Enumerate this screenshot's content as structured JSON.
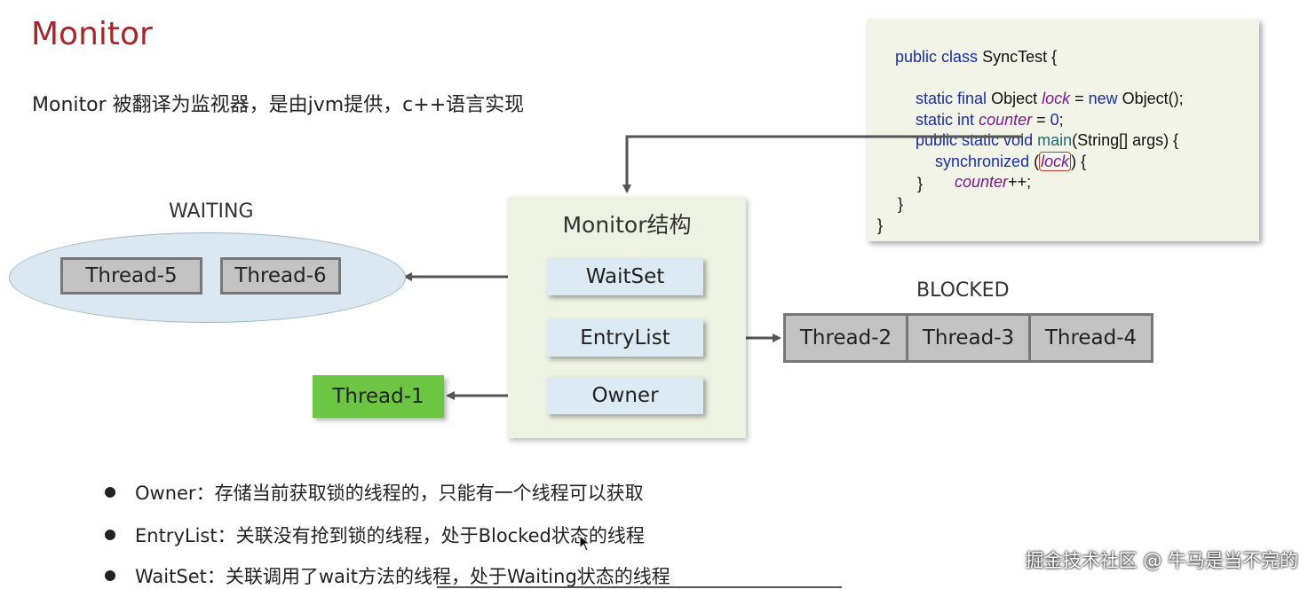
{
  "title": "Monitor",
  "subtitle": "Monitor 被翻译为监视器，是由jvm提供，c++语言实现",
  "code": {
    "line1": {
      "a": "public class",
      "b": " SyncTest {"
    },
    "line2": {
      "a": "static final",
      "b": " Object ",
      "c": "lock",
      "d": " = ",
      "e": "new",
      "f": " Object();"
    },
    "line3": {
      "a": "static int",
      "b": " ",
      "c": "counter",
      "d": " = ",
      "e": "0",
      "f": ";"
    },
    "line4": {
      "a": "public static void",
      "b": " ",
      "c": "main",
      "d": "(String[] args) {"
    },
    "line5": {
      "a": "synchronized",
      "b": " (",
      "c": "lock",
      "d": ") {"
    },
    "line6": {
      "a": "counter",
      "b": "++;"
    },
    "line7": "}",
    "line8": "}",
    "line9": "}"
  },
  "monitor": {
    "title": "Monitor结构",
    "waitset": "WaitSet",
    "entrylist": "EntryList",
    "owner": "Owner"
  },
  "waiting": {
    "label": "WAITING",
    "threads": [
      "Thread-5",
      "Thread-6"
    ]
  },
  "blocked": {
    "label": "BLOCKED",
    "threads": [
      "Thread-2",
      "Thread-3",
      "Thread-4"
    ]
  },
  "owner_thread": "Thread-1",
  "bullets": [
    "Owner：存储当前获取锁的线程的，只能有一个线程可以获取",
    "EntryList：关联没有抢到锁的线程，处于Blocked状态的线程",
    "WaitSet：关联调用了wait方法的线程，处于Waiting状态的线程"
  ],
  "watermark": "掘金技术社区 @ 牛马是当不完的",
  "colors": {
    "title": "#a5282c",
    "monitor_bg": "#eef2e2",
    "slot_bg": "#dceaf4",
    "thread_gray": "#c3c3c3",
    "thread_green": "#6cc644",
    "code_bg": "#f1f4e7"
  }
}
